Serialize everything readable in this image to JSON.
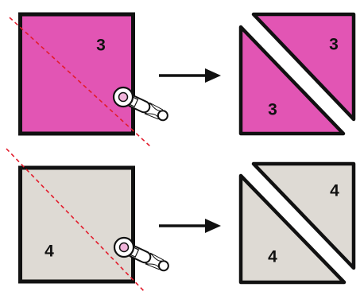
{
  "rows": [
    {
      "color": "#e255b4",
      "original_label": "3",
      "result_labels": [
        "3",
        "3"
      ]
    },
    {
      "color": "#dedad4",
      "original_label": "4",
      "result_labels": [
        "4",
        "4"
      ]
    }
  ],
  "colors": {
    "outline": "#111111",
    "cut_line": "#e21c2c",
    "arrow": "#111111",
    "cutter_handle": "#ffffff"
  },
  "icons": [
    "rotary-cutter-icon",
    "right-arrow-icon"
  ]
}
